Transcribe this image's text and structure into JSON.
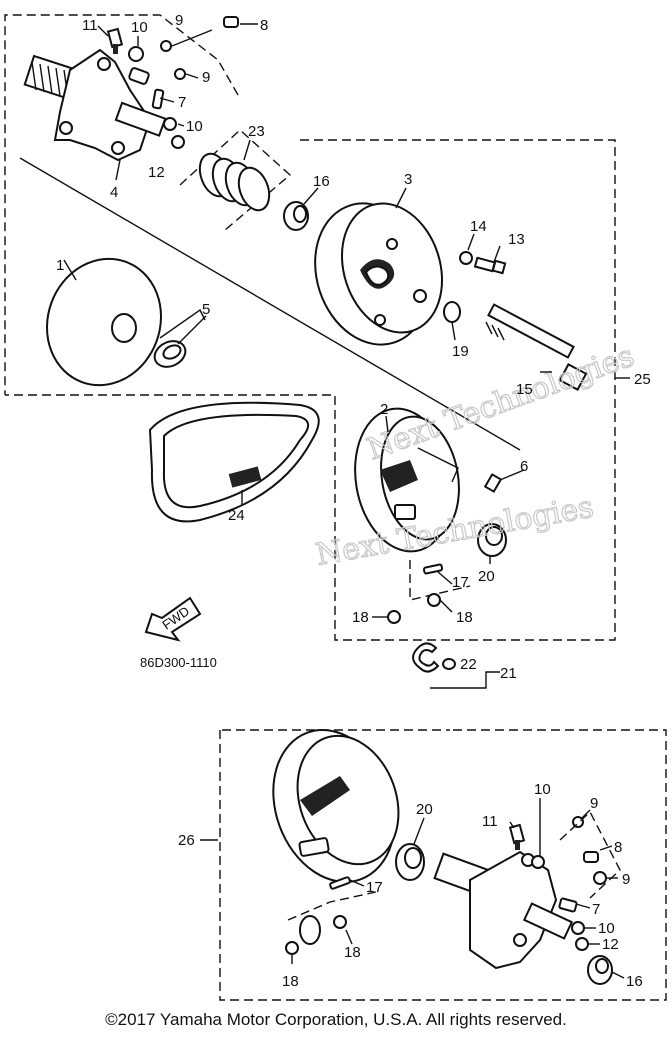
{
  "diagram": {
    "code": "86D300-1110",
    "fwd_label": "FWD",
    "watermark": "Next Technologies",
    "copyright": "©2017 Yamaha Motor Corporation, U.S.A. All rights reserved."
  },
  "callouts": {
    "c1": "1",
    "c2": "2",
    "c3": "3",
    "c4": "4",
    "c5": "5",
    "c6": "6",
    "c7": "7",
    "c7b": "7",
    "c8": "8",
    "c8b": "8",
    "c9a": "9",
    "c9b": "9",
    "c9c": "9",
    "c9d": "9",
    "c10a": "10",
    "c10b": "10",
    "c10c": "10",
    "c10d": "10",
    "c11": "11",
    "c11b": "11",
    "c12": "12",
    "c12b": "12",
    "c13": "13",
    "c14": "14",
    "c15": "15",
    "c16": "16",
    "c16b": "16",
    "c17": "17",
    "c17b": "17",
    "c18a": "18",
    "c18b": "18",
    "c18c": "18",
    "c18d": "18",
    "c19": "19",
    "c20": "20",
    "c20b": "20",
    "c21": "21",
    "c22": "22",
    "c23": "23",
    "c24": "24",
    "c25": "25",
    "c26": "26"
  }
}
